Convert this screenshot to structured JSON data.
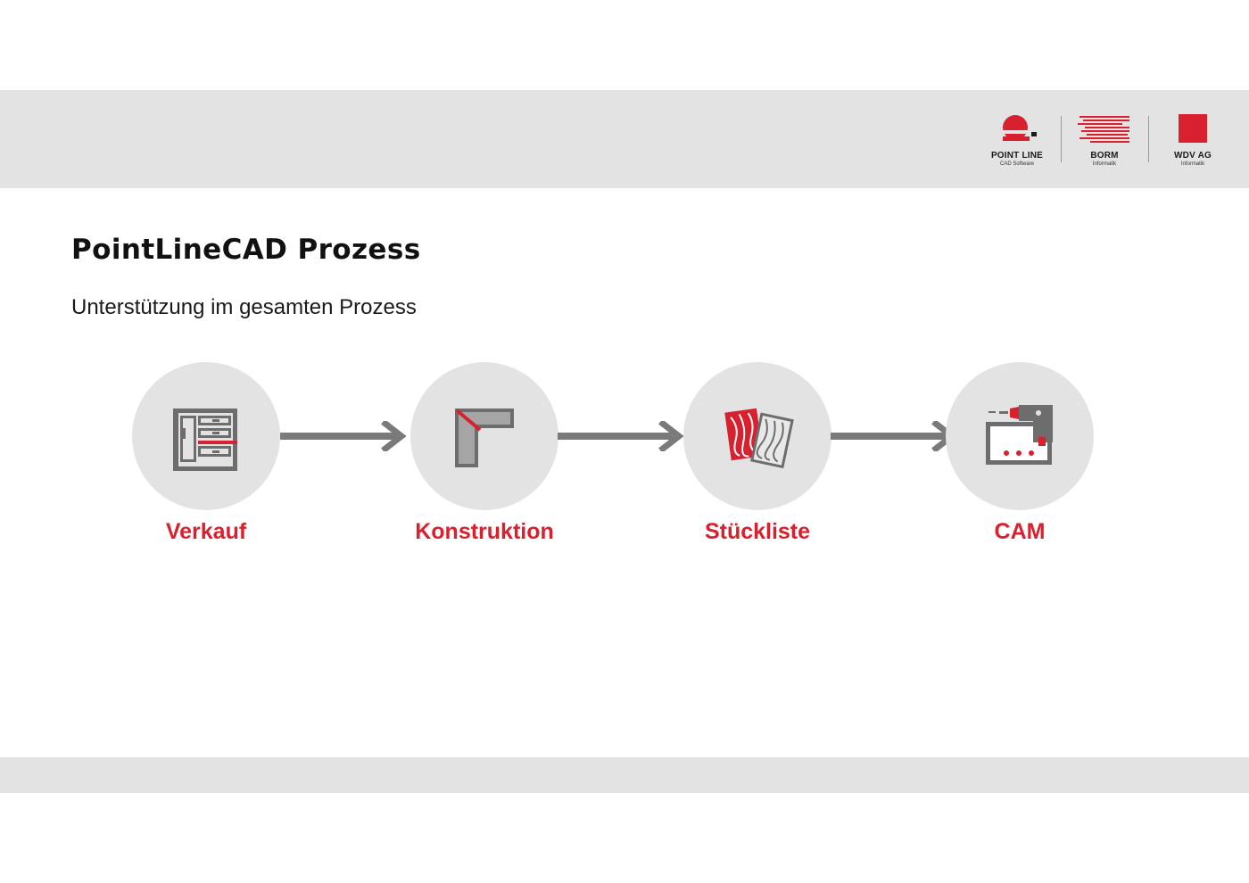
{
  "header": {
    "logos": [
      {
        "name": "POINT LINE",
        "sub": "CAD Software",
        "icon": "pointline-logo-icon"
      },
      {
        "name": "BORM",
        "sub": "Informatik",
        "icon": "borm-logo-icon"
      },
      {
        "name": "WDV AG",
        "sub": "Informatik",
        "icon": "wdv-logo-icon"
      }
    ]
  },
  "page": {
    "title": "PointLineCAD Prozess",
    "subtitle": "Unterstützung im gesamten Prozess"
  },
  "process": {
    "steps": [
      {
        "label": "Verkauf",
        "icon": "cabinet-icon"
      },
      {
        "label": "Konstruktion",
        "icon": "corner-joint-icon"
      },
      {
        "label": "Stückliste",
        "icon": "wood-panels-icon"
      },
      {
        "label": "CAM",
        "icon": "cnc-machine-icon"
      }
    ],
    "connector_icon": "arrow-right-icon"
  },
  "colors": {
    "accent": "#d8202e",
    "icon_gray": "#6d6d6d",
    "circle_bg": "#e3e3e3",
    "band_bg": "#e3e3e3"
  }
}
